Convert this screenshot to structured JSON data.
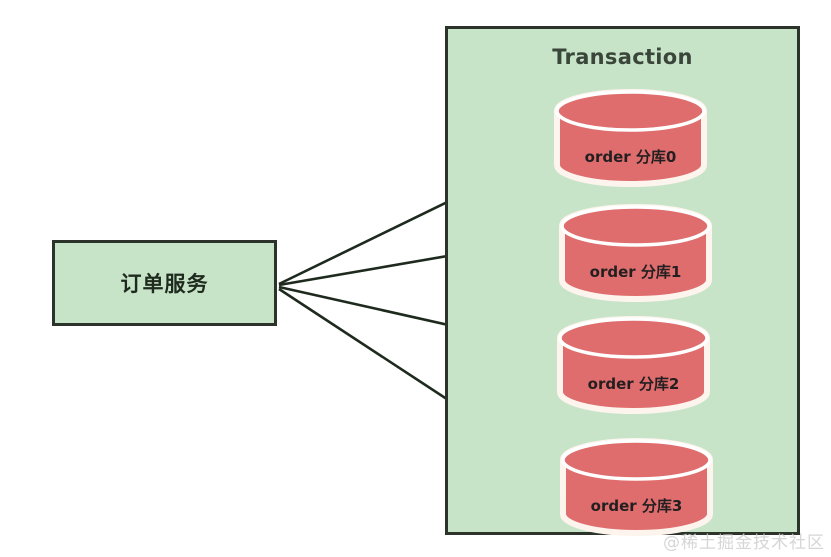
{
  "diagram": {
    "title": "Transaction",
    "background_color": "#ffffff",
    "service": {
      "label": "订单服务",
      "fill_color": "#c8e4c8",
      "border_color": "#2b332b"
    },
    "transaction_group": {
      "title": "Transaction",
      "fill_color": "#c8e4c8",
      "border_color": "#2b332b",
      "title_color": "#3a463a"
    },
    "shards": [
      {
        "label": "order 分库0",
        "index": 0
      },
      {
        "label": "order 分库1",
        "index": 1
      },
      {
        "label": "order 分库2",
        "index": 2
      },
      {
        "label": "order 分库3",
        "index": 3
      }
    ],
    "shard_style": {
      "fill_color": "#df6d6d",
      "outline_color": "#fdf4ee",
      "top_highlight_color": "#ffffff",
      "label_color": "#231f20"
    },
    "arrows": {
      "count": 4,
      "color": "#1e2a1e",
      "origin_label": "订单服务",
      "targets": [
        "order 分库0",
        "order 分库1",
        "order 分库2",
        "order 分库3"
      ]
    },
    "watermark": "@稀土掘金技术社区"
  }
}
